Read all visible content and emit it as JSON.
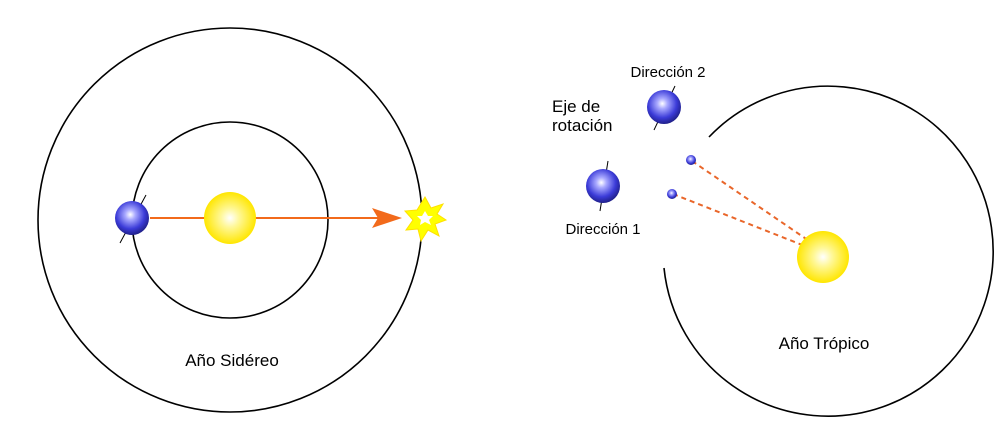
{
  "sidereal": {
    "caption": "Año Sidéreo"
  },
  "tropical": {
    "caption": "Año Trópico",
    "axis_label_line1": "Eje de",
    "axis_label_line2": "rotación",
    "direction_1": "Dirección 1",
    "direction_2": "Dirección 2"
  },
  "colors": {
    "orbit": "#000000",
    "arrow": "#f26a1b",
    "dashed_line": "#e9662a",
    "sun": "#ffee00",
    "planet": "#3a3ae0",
    "star": "#ffff00"
  }
}
